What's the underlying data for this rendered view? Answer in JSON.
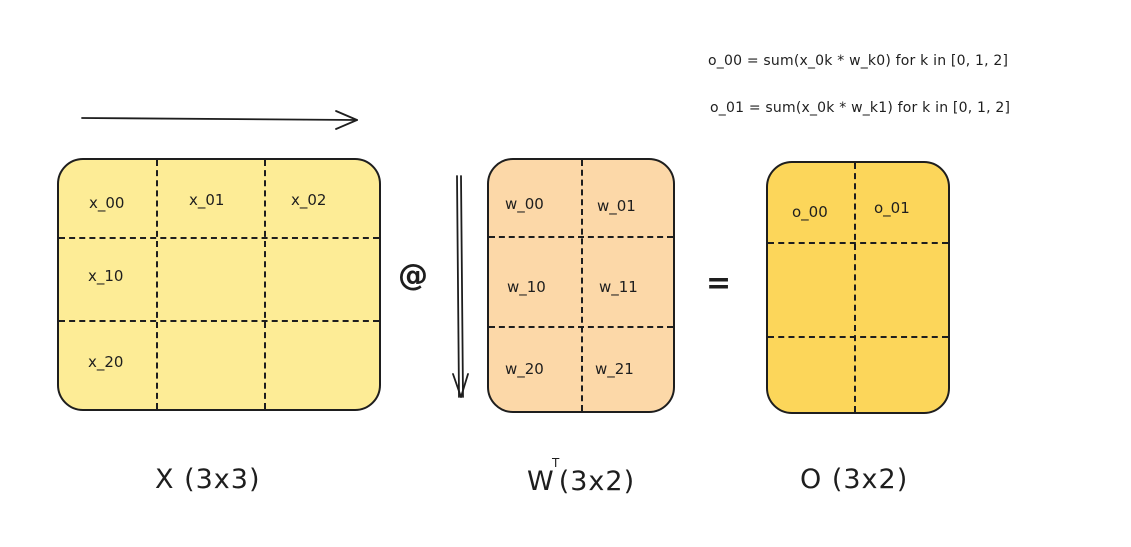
{
  "formulas": [
    "o_00 = sum(x_0k * w_k0) for k in [0, 1, 2]",
    "o_01 = sum(x_0k * w_k1) for k in [0, 1, 2]"
  ],
  "operators": {
    "matmul": "@",
    "equals": "="
  },
  "matrices": {
    "x": {
      "caption": "X (3x3)",
      "cells": [
        "x_00",
        "x_01",
        "x_02",
        "x_10",
        "x_20"
      ],
      "color": "#fdec96"
    },
    "w": {
      "caption_main": "W",
      "caption_sup": "T",
      "caption_rest": "(3x2)",
      "cells": [
        "w_00",
        "w_01",
        "w_10",
        "w_11",
        "w_20",
        "w_21"
      ],
      "color": "#fcd8a8"
    },
    "o": {
      "caption": "O (3x2)",
      "cells": [
        "o_00",
        "o_01"
      ],
      "color": "#fcd65a"
    }
  }
}
